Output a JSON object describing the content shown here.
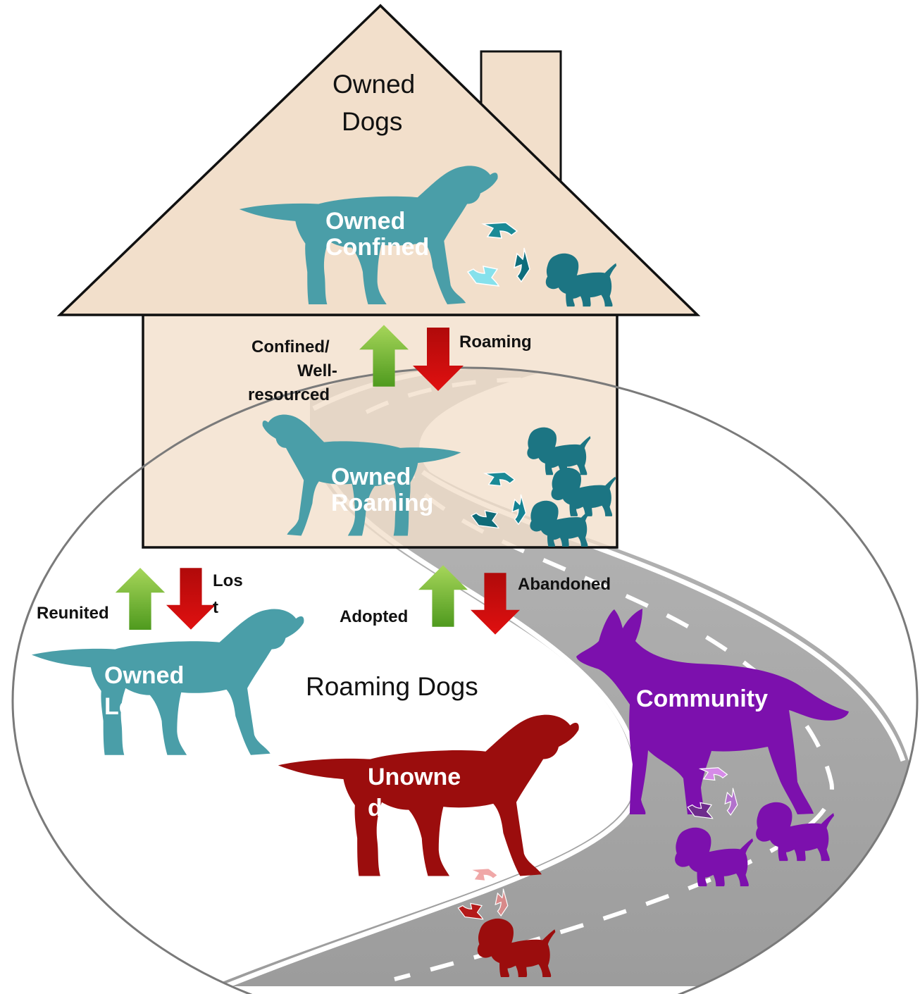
{
  "diagram": {
    "house_title": [
      "Owned",
      "Dogs"
    ],
    "roaming_title": "Roaming Dogs",
    "groups": {
      "owned_confined": [
        "Owned",
        "Confined"
      ],
      "owned_roaming": [
        "Owned",
        "Roaming"
      ],
      "owned_lost": [
        "Owned",
        "Lost"
      ],
      "unowned": [
        "Unowne",
        "d"
      ],
      "community": "Community"
    },
    "transitions": {
      "confined": [
        "Confined/",
        "Well-",
        "resourced"
      ],
      "roaming": "Roaming",
      "reunited": "Reunited",
      "lost": [
        "Los",
        "t"
      ],
      "adopted": "Adopted",
      "abandoned": "Abandoned"
    },
    "colors": {
      "owned": "#4a9ea8",
      "owned_puppy": "#1c7583",
      "unowned": "#9b0d0d",
      "community": "#7c10ad",
      "house": "#f2dfcb",
      "road": "#9a9a9a",
      "arrow_up": "#76b82a",
      "arrow_down": "#c00000"
    },
    "icons": [
      "house-icon",
      "road-icon",
      "dog-silhouette-icon",
      "puppy-silhouette-icon",
      "recycle-icon",
      "arrow-up-icon",
      "arrow-down-icon"
    ]
  }
}
